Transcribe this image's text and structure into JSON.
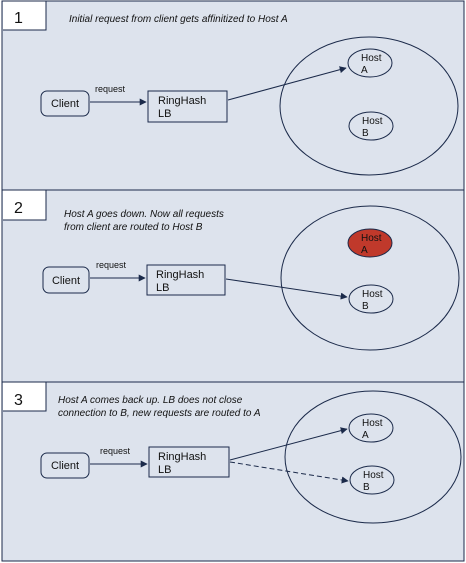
{
  "panels": [
    {
      "number": "1",
      "caption": [
        "Initial request from client gets affinitized to Host A"
      ],
      "client_label": "Client",
      "request_label": "request",
      "lb_label": [
        "RingHash",
        "LB"
      ],
      "hosts": [
        {
          "label": [
            "Host",
            "A"
          ],
          "state": "up"
        },
        {
          "label": [
            "Host",
            "B"
          ],
          "state": "up"
        }
      ]
    },
    {
      "number": "2",
      "caption": [
        "Host A goes down. Now all requests",
        "from client are routed to Host B"
      ],
      "client_label": "Client",
      "request_label": "request",
      "lb_label": [
        "RingHash",
        "LB"
      ],
      "hosts": [
        {
          "label": [
            "Host",
            "A"
          ],
          "state": "down"
        },
        {
          "label": [
            "Host",
            "B"
          ],
          "state": "up"
        }
      ]
    },
    {
      "number": "3",
      "caption": [
        "Host A comes back up. LB does not close",
        "connection to B, new requests are routed to A"
      ],
      "client_label": "Client",
      "request_label": "request",
      "lb_label": [
        "RingHash",
        "LB"
      ],
      "hosts": [
        {
          "label": [
            "Host",
            "A"
          ],
          "state": "up"
        },
        {
          "label": [
            "Host",
            "B"
          ],
          "state": "up"
        }
      ]
    }
  ],
  "colors": {
    "panel_fill": "#dde3ed",
    "node_fill": "#dde3ed",
    "stroke": "#1b2a4a",
    "host_down_fill": "#c0392b"
  }
}
